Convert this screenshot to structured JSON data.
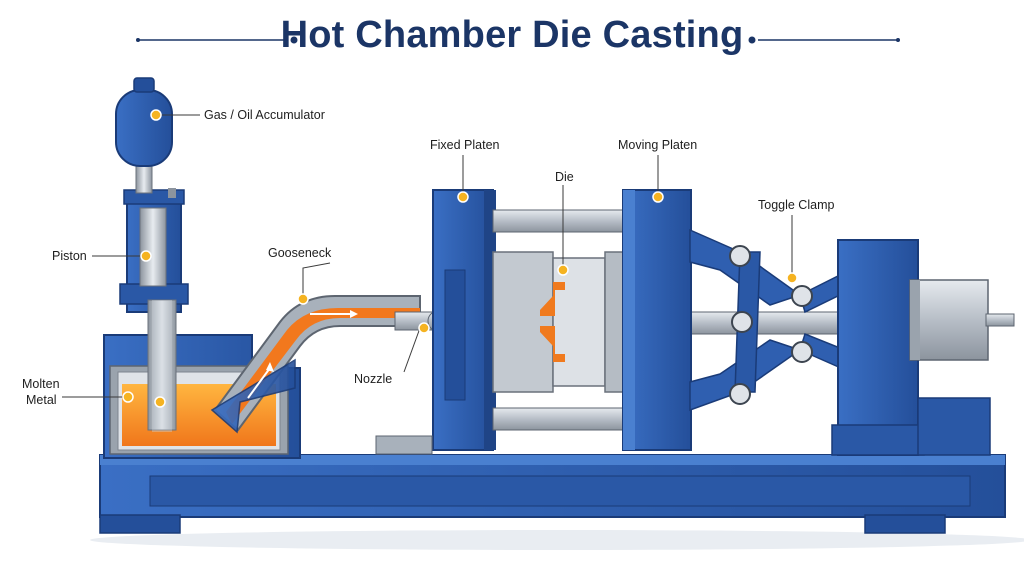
{
  "title": "Hot Chamber Die Casting",
  "labels": {
    "accumulator": "Gas / Oil Accumulator",
    "piston": "Piston",
    "gooseneck": "Gooseneck",
    "nozzle": "Nozzle",
    "molten_metal_line1": "Molten",
    "molten_metal_line2": "Metal",
    "fixed_platen": "Fixed Platen",
    "die": "Die",
    "moving_platen": "Moving Platen",
    "toggle_clamp": "Toggle Clamp"
  },
  "colors": {
    "title": "#1b3566",
    "machine_blue": "#2f5fb0",
    "machine_blue_dark": "#1f4486",
    "molten_orange": "#f07a1e",
    "marker_yellow": "#f5b321",
    "steel_gray": "#bfc6cf"
  }
}
